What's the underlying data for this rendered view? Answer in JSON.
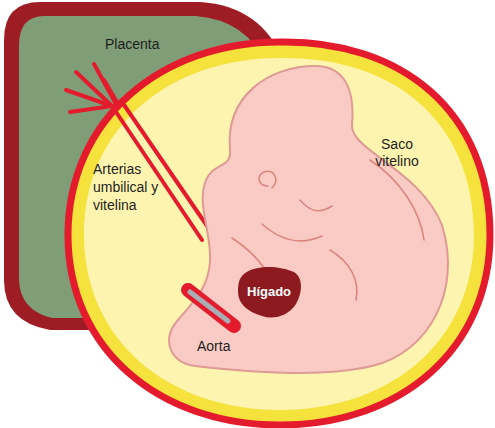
{
  "diagram": {
    "nodes": [
      {
        "text": [
          "Placenta"
        ]
      },
      {
        "text": [
          "Saco vitelino"
        ]
      },
      {
        "text": [
          "Hígado"
        ],
        "in": 1
      }
    ],
    "labels": [
      "Arterias umbilical y vitelina",
      "Aorta"
    ]
  }
}
